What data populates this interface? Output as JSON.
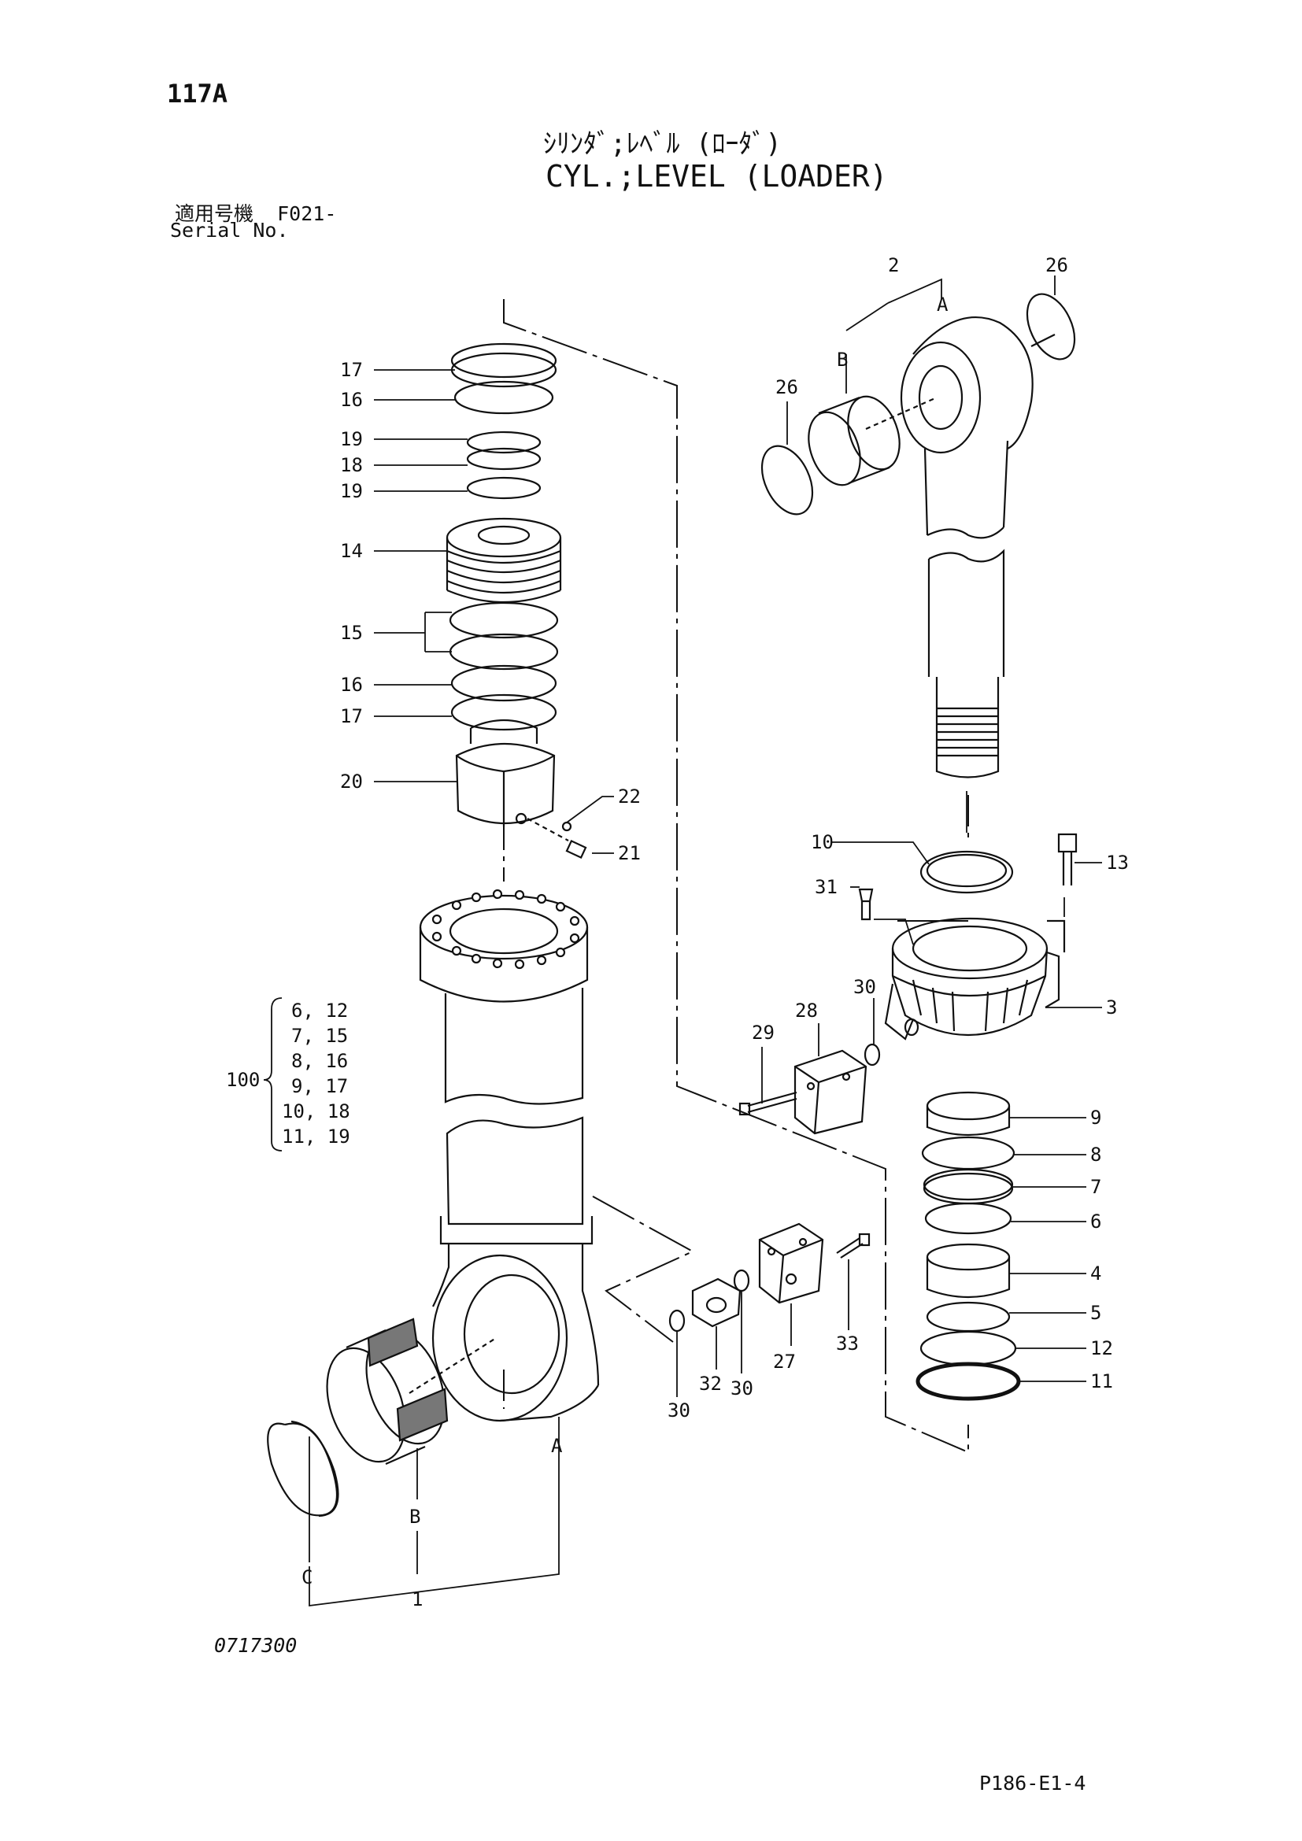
{
  "header": {
    "page_number": "117A",
    "title_jp": "ｼﾘﾝﾀﾞ;ﾚﾍﾞﾙ (ﾛｰﾀﾞ)",
    "title_en": "CYL.;LEVEL (LOADER)",
    "serial_label_jp": "適用号機",
    "serial_value": "F021-",
    "serial_label_en": "Serial No."
  },
  "footer": {
    "drawing_number": "0717300",
    "page_ref": "P186-E1-4"
  },
  "callouts": {
    "c1": "1",
    "c2": "2",
    "c3": "3",
    "c4": "4",
    "c5": "5",
    "c6": "6",
    "c7": "7",
    "c8": "8",
    "c9": "9",
    "c10": "10",
    "c11": "11",
    "c12": "12",
    "c13": "13",
    "c14": "14",
    "c15": "15",
    "c16a": "16",
    "c16b": "16",
    "c17a": "17",
    "c17b": "17",
    "c18": "18",
    "c19a": "19",
    "c19b": "19",
    "c20": "20",
    "c21": "21",
    "c22": "22",
    "c26a": "26",
    "c26b": "26",
    "c27": "27",
    "c28": "28",
    "c29": "29",
    "c30a": "30",
    "c30b": "30",
    "c30c": "30",
    "c31": "31",
    "c32": "32",
    "c33": "33",
    "letterA1": "A",
    "letterB1": "B",
    "letterA2": "A",
    "letterB2": "B",
    "letterC": "C"
  },
  "kit": {
    "number": "100",
    "rows": [
      "6, 12",
      "7, 15",
      "8, 16",
      "9, 17",
      "10, 18",
      "11, 19"
    ]
  }
}
